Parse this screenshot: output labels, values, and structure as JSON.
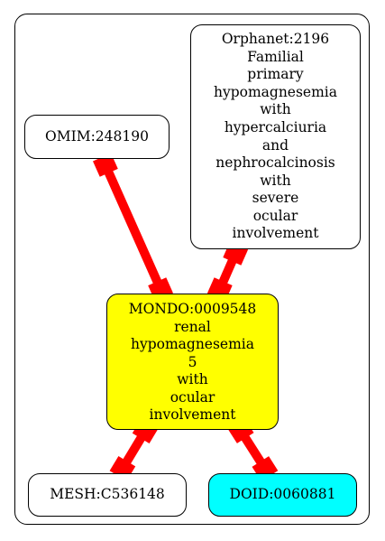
{
  "colors": {
    "edge": "#ff0000",
    "mondo_fill": "#ffff00",
    "doid_fill": "#00ffff",
    "default_fill": "#ffffff",
    "border": "#000000"
  },
  "nodes": {
    "omim": {
      "lines": [
        "OMIM:248190"
      ]
    },
    "orpha": {
      "lines": [
        "Orphanet:2196",
        "Familial",
        "primary",
        "hypomagnesemia",
        "with",
        "hypercalciuria",
        "and",
        "nephrocalcinosis",
        "with",
        "severe",
        "ocular",
        "involvement"
      ]
    },
    "mondo": {
      "lines": [
        "MONDO:0009548",
        "renal",
        "hypomagnesemia",
        "5",
        "with",
        "ocular",
        "involvement"
      ]
    },
    "mesh": {
      "lines": [
        "MESH:C536148"
      ]
    },
    "doid": {
      "lines": [
        "DOID:0060881"
      ]
    }
  },
  "edges": [
    {
      "from": "omim",
      "to": "mondo"
    },
    {
      "from": "orpha",
      "to": "mondo"
    },
    {
      "from": "mondo",
      "to": "mesh"
    },
    {
      "from": "mondo",
      "to": "doid"
    }
  ]
}
